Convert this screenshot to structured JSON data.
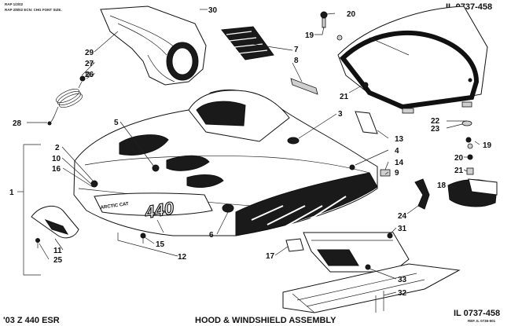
{
  "header": {
    "rev_line_1": "RAP 1/2/02",
    "rev_line_2": "RAP 2/8/02 ECN: CHG FONT SIZE.",
    "illustration_number_top": "IL 0737-458",
    "illustration_number_bottom": "IL 0737-458",
    "reference": "REF. IL 0736-501"
  },
  "footer": {
    "model": "'03 Z 440 ESR",
    "title": "HOOD & WINDSHIELD ASSEMBLY"
  },
  "hood_decals": {
    "brand": "ARCTIC CAT",
    "model_number": "440"
  },
  "callouts": [
    "1",
    "2",
    "3",
    "4",
    "5",
    "6",
    "7",
    "8",
    "9",
    "10",
    "11",
    "12",
    "13",
    "14",
    "15",
    "16",
    "17",
    "18",
    "19",
    "19",
    "20",
    "20",
    "21",
    "21",
    "22",
    "23",
    "24",
    "25",
    "26",
    "27",
    "28",
    "29",
    "30",
    "31",
    "32",
    "33"
  ]
}
